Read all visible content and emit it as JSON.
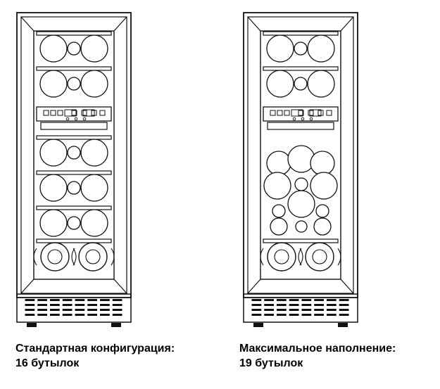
{
  "captions": {
    "standard": {
      "line1": "Стандартная конфигурация:",
      "line2": "16 бутылок"
    },
    "maximum": {
      "line1": "Максимальное наполнение:",
      "line2": "19 бутылок"
    }
  },
  "colors": {
    "line": "#111111",
    "background": "#ffffff"
  }
}
